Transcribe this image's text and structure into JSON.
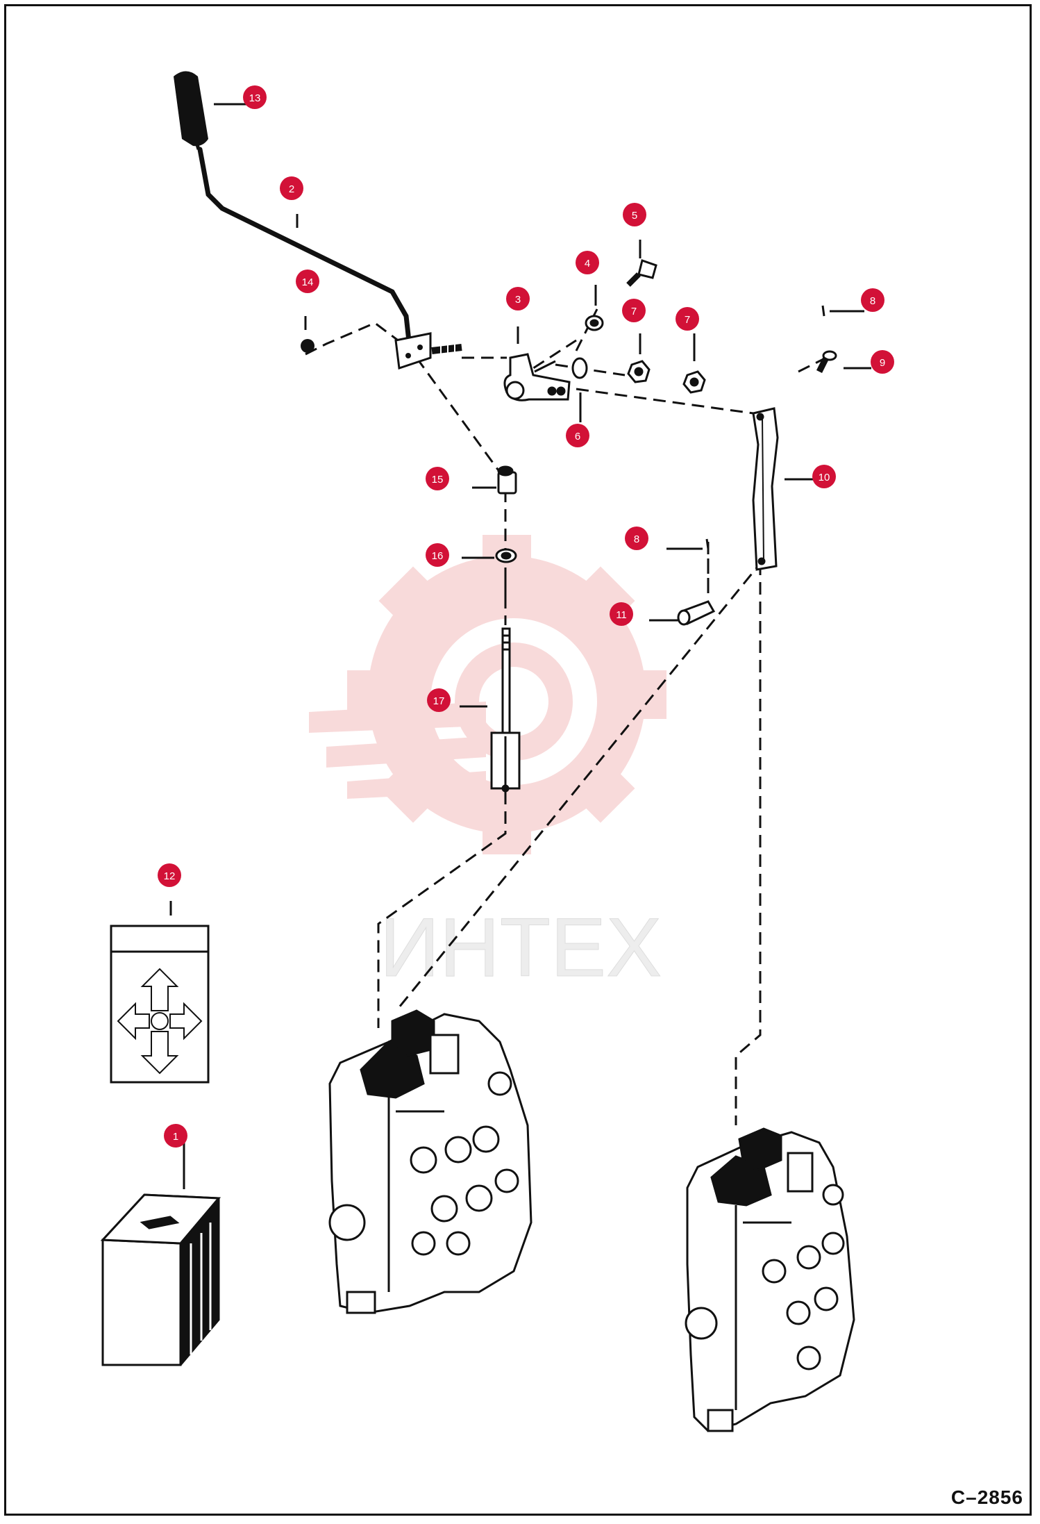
{
  "figure": {
    "code": "C–2856",
    "watermark": "ИНТЕХ",
    "colors": {
      "callout": "#d21137",
      "line": "#111111",
      "watermark": "#f3b8b8"
    }
  },
  "callouts": [
    {
      "id": "13",
      "label": "13"
    },
    {
      "id": "2",
      "label": "2"
    },
    {
      "id": "14",
      "label": "14"
    },
    {
      "id": "3",
      "label": "3"
    },
    {
      "id": "4",
      "label": "4"
    },
    {
      "id": "5",
      "label": "5"
    },
    {
      "id": "7a",
      "label": "7"
    },
    {
      "id": "7b",
      "label": "7"
    },
    {
      "id": "8a",
      "label": "8"
    },
    {
      "id": "9",
      "label": "9"
    },
    {
      "id": "6",
      "label": "6"
    },
    {
      "id": "10",
      "label": "10"
    },
    {
      "id": "15",
      "label": "15"
    },
    {
      "id": "16",
      "label": "16"
    },
    {
      "id": "8b",
      "label": "8"
    },
    {
      "id": "11",
      "label": "11"
    },
    {
      "id": "17",
      "label": "17"
    },
    {
      "id": "12",
      "label": "12"
    },
    {
      "id": "1",
      "label": "1"
    }
  ]
}
